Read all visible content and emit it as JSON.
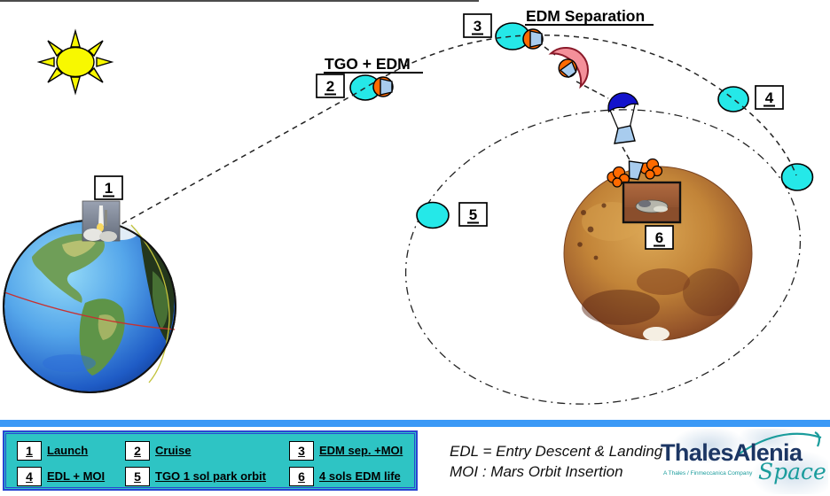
{
  "slide": {
    "labels": {
      "tgo_edm": "TGO + EDM",
      "edm_separation": "EDM Separation"
    },
    "markers": {
      "m1": "1",
      "m2": "2",
      "m3": "3",
      "m4": "4",
      "m5": "5",
      "m6": "6"
    },
    "icons": {
      "sun": "sun-icon",
      "earth": "earth-globe",
      "mars": "mars-globe",
      "rocket_photo": "rocket-launch-photo",
      "lander_photo": "lander-on-surface-photo",
      "spacecraft": "tgo-edm-spacecraft-icon",
      "heatshield": "entry-capsule-heatshield-icon",
      "parachute": "parachute-descent-icon",
      "retro": "retro-thruster-puffs-icon"
    }
  },
  "legend": {
    "items": [
      {
        "num": "1",
        "label": "Launch"
      },
      {
        "num": "2",
        "label": "Cruise"
      },
      {
        "num": "3",
        "label": "EDM sep. +MOI"
      },
      {
        "num": "4",
        "label": "EDL + MOI"
      },
      {
        "num": "5",
        "label": "TGO 1 sol park orbit"
      },
      {
        "num": "6",
        "label": "4  sols EDM life"
      }
    ]
  },
  "definitions": {
    "line1": "EDL = Entry Descent & Landing",
    "line2": "MOI : Mars Orbit Insertion"
  },
  "logo": {
    "brand": "ThalesAlenia",
    "sub": "Space",
    "tagline": "A Thales / Finmeccanica Company"
  },
  "colors": {
    "node_cyan": "#25E8E8",
    "legend_teal": "#2EC4C4",
    "legend_border_blue": "#2946D2",
    "divider_blue": "#3B99F6",
    "spacecraft_orange": "#FF6A00",
    "capsule_blue": "#A8CCEE",
    "parachute_blue": "#1313CC",
    "heatshield_pink": "#F48C96",
    "sun_yellow": "#F8F800",
    "logo_navy": "#1C3664",
    "logo_teal": "#1A9C9C"
  }
}
